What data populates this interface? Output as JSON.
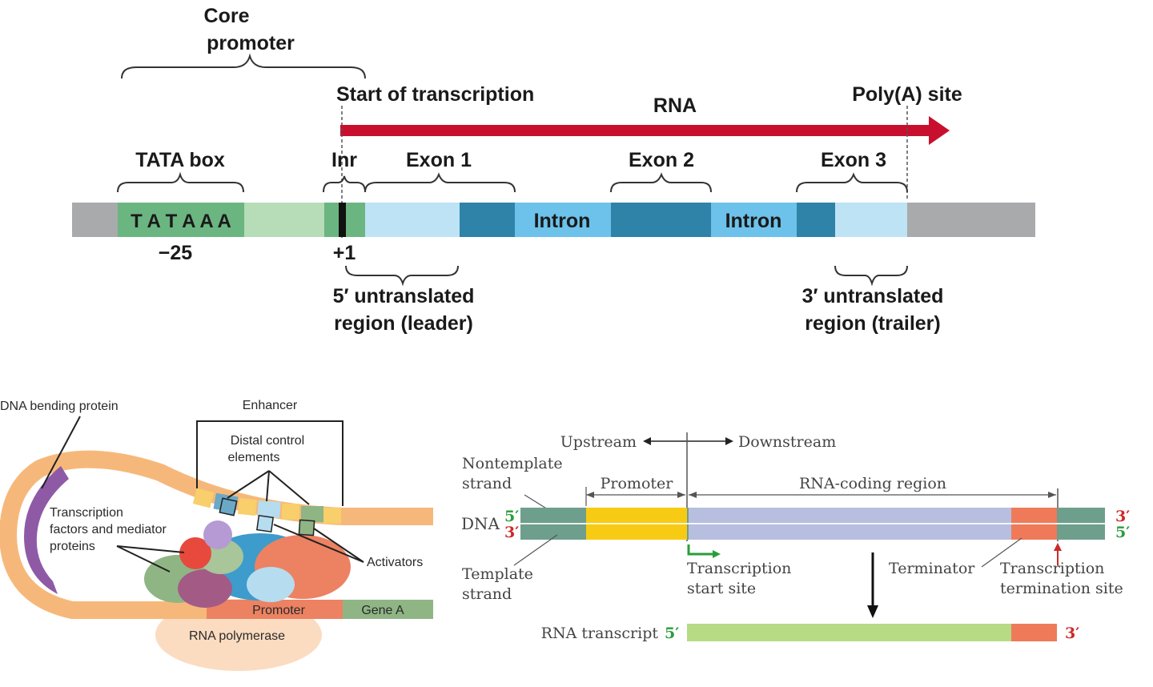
{
  "top": {
    "core_promoter_line1": "Core",
    "core_promoter_line2": "promoter",
    "start_of_transcription": "Start of transcription",
    "rna": "RNA",
    "polya_site": "Poly(A) site",
    "tata_box": "TATA box",
    "inr": "Inr",
    "exon1": "Exon 1",
    "exon2": "Exon 2",
    "exon3": "Exon 3",
    "tataaa": "T A T A A A",
    "intron1": "Intron",
    "intron2": "Intron",
    "minus25": "−25",
    "plus1": "+1",
    "utr5_line1": "5′ untranslated",
    "utr5_line2": "region (leader)",
    "utr3_line1": "3′ untranslated",
    "utr3_line2": "region (trailer)",
    "colors": {
      "gray": "#a9aaac",
      "tata_green": "#6bb581",
      "light_green": "#b6dcb8",
      "dark_blue": "#2f82a8",
      "light_blue": "#bde3f5",
      "mid_blue": "#6cc2ea",
      "red_arrow": "#c8102e"
    }
  },
  "bottom_left": {
    "dna_bending_protein": "DNA bending protein",
    "enhancer": "Enhancer",
    "distal_line1": "Distal control",
    "distal_line2": "elements",
    "tf_line1": "Transcription",
    "tf_line2": "factors and mediator",
    "tf_line3": "proteins",
    "activators": "Activators",
    "promoter": "Promoter",
    "gene_a": "Gene A",
    "rna_polymerase": "RNA polymerase"
  },
  "bottom_right": {
    "upstream": "Upstream",
    "downstream": "Downstream",
    "nontemplate_line1": "Nontemplate",
    "nontemplate_line2": "strand",
    "promoter": "Promoter",
    "rna_coding_region": "RNA-coding region",
    "dna": "DNA",
    "five_prime_top": "5′",
    "three_prime_bottom": "3′",
    "three_prime_right": "3′",
    "five_prime_right": "5′",
    "template_line1": "Template",
    "template_line2": "strand",
    "tss_line1": "Transcription",
    "tss_line2": "start site",
    "terminator": "Terminator",
    "tts_line1": "Transcription",
    "tts_line2": "termination site",
    "rna_transcript": "RNA transcript",
    "rna_five_prime": "5′",
    "rna_three_prime": "3′"
  }
}
